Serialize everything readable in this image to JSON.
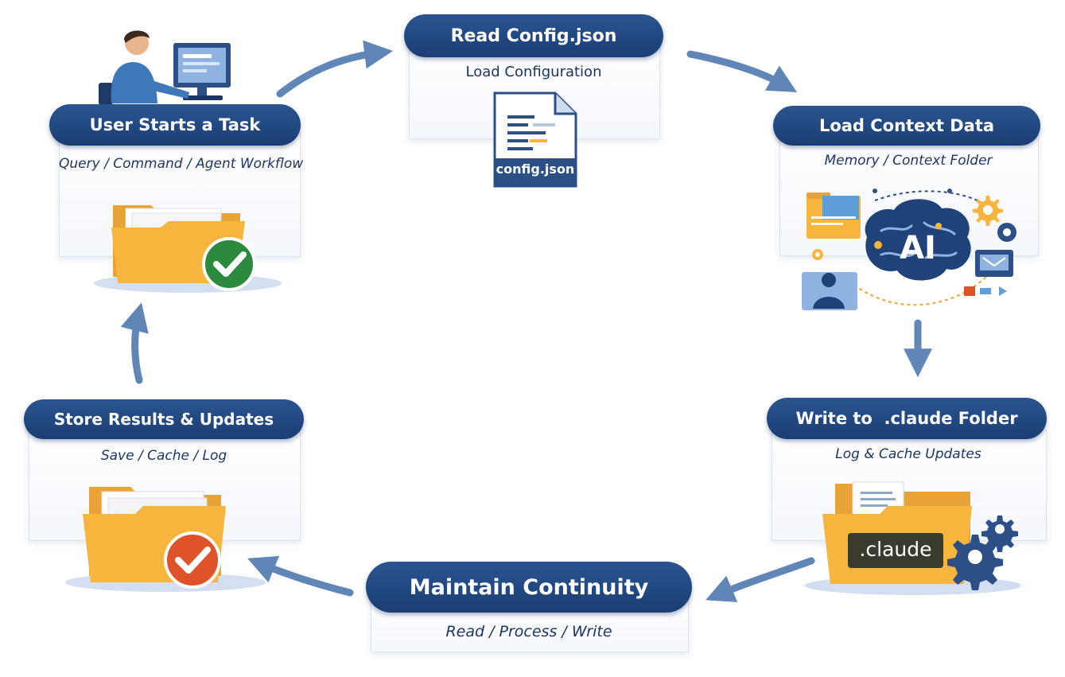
{
  "steps": {
    "user_task": {
      "title": "User Starts a Task",
      "subtitle": "Query / Command / Agent Workflow"
    },
    "read_config": {
      "title": "Read Config.json",
      "subtitle": "Load Configuration",
      "file_label": "config.json"
    },
    "load_context": {
      "title": "Load Context Data",
      "subtitle": "Memory / Context Folder",
      "ai_label": "AI"
    },
    "write_claude": {
      "title": "Write to  .claude Folder",
      "subtitle": "Log & Cache Updates",
      "folder_label": ".claude"
    },
    "continuity": {
      "title": "Maintain Continuity",
      "subtitle": "Read / Process / Write"
    },
    "store": {
      "title": "Store Results & Updates",
      "subtitle": "Save / Cache / Log"
    }
  },
  "colors": {
    "pill": "#1f4379",
    "arrow": "#5f86b6",
    "folder": "#f6b53c",
    "check_green": "#2c8a3e",
    "check_red": "#e0532a"
  }
}
